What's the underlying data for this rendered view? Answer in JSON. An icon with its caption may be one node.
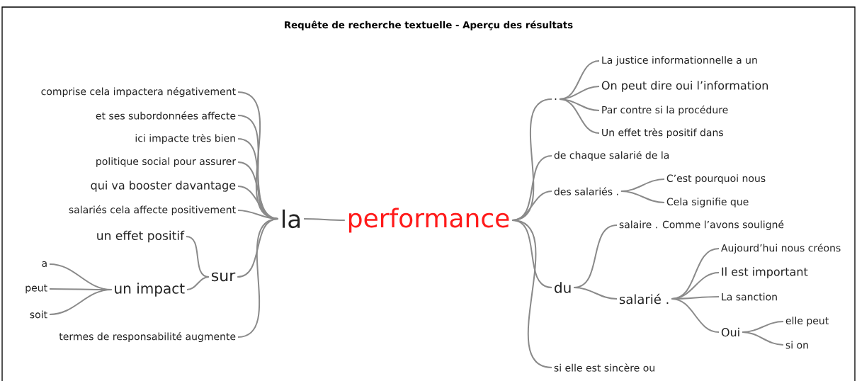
{
  "diagram": {
    "title": "Requête de recherche textuelle - Aperçu des résultats",
    "nodes": [
      {
        "text": [
          "performance"
        ]
      },
      {
        "text": [
          "la"
        ]
      },
      {
        "text": [
          "comprise cela impactera négativement"
        ]
      },
      {
        "text": [
          "et ses subordonnées affecte"
        ]
      },
      {
        "text": [
          "ici impacte très bien"
        ]
      },
      {
        "text": [
          "politique social pour assurer"
        ]
      },
      {
        "text": [
          "qui va booster davantage"
        ]
      },
      {
        "text": [
          "salariés cela affecte positivement"
        ]
      },
      {
        "text": [
          "sur"
        ]
      },
      {
        "text": [
          "un effet positif"
        ]
      },
      {
        "text": [
          "un impact"
        ]
      },
      {
        "text": [
          "a"
        ]
      },
      {
        "text": [
          "peut"
        ]
      },
      {
        "text": [
          "soit"
        ]
      },
      {
        "text": [
          "termes de responsabilité augmente"
        ]
      },
      {
        "text": [
          "."
        ]
      },
      {
        "text": [
          "La justice informationnelle a un"
        ]
      },
      {
        "text": [
          "On peut dire oui l’information"
        ]
      },
      {
        "text": [
          "Par contre si la procédure"
        ]
      },
      {
        "text": [
          "Un effet très positif dans"
        ]
      },
      {
        "text": [
          "de chaque salarié de la"
        ]
      },
      {
        "text": [
          "des salariés ."
        ]
      },
      {
        "text": [
          "C’est pourquoi nous"
        ]
      },
      {
        "text": [
          "Cela signifie que"
        ]
      },
      {
        "text": [
          "du"
        ]
      },
      {
        "text": [
          "salaire . Comme l’avons souligné"
        ]
      },
      {
        "text": [
          "salarié ."
        ]
      },
      {
        "text": [
          "Aujourd’hui nous créons"
        ]
      },
      {
        "text": [
          "Il est important"
        ]
      },
      {
        "text": [
          "La sanction"
        ]
      },
      {
        "text": [
          "Oui"
        ]
      },
      {
        "text": [
          "elle peut"
        ]
      },
      {
        "text": [
          "si on"
        ]
      },
      {
        "text": [
          "si elle est sincère ou"
        ]
      }
    ],
    "edges": [
      {
        "from": 0,
        "to": 1,
        "arrow": "none"
      },
      {
        "from": 1,
        "to": 2,
        "arrow": "none"
      },
      {
        "from": 1,
        "to": 3,
        "arrow": "none"
      },
      {
        "from": 1,
        "to": 4,
        "arrow": "none"
      },
      {
        "from": 1,
        "to": 5,
        "arrow": "none"
      },
      {
        "from": 1,
        "to": 6,
        "arrow": "none"
      },
      {
        "from": 1,
        "to": 7,
        "arrow": "none"
      },
      {
        "from": 1,
        "to": 8,
        "arrow": "none"
      },
      {
        "from": 8,
        "to": 9,
        "arrow": "none"
      },
      {
        "from": 8,
        "to": 10,
        "arrow": "none"
      },
      {
        "from": 10,
        "to": 11,
        "arrow": "none"
      },
      {
        "from": 10,
        "to": 12,
        "arrow": "none"
      },
      {
        "from": 10,
        "to": 13,
        "arrow": "none"
      },
      {
        "from": 1,
        "to": 14,
        "arrow": "none"
      },
      {
        "from": 0,
        "to": 15,
        "arrow": "none"
      },
      {
        "from": 15,
        "to": 16,
        "arrow": "none"
      },
      {
        "from": 15,
        "to": 17,
        "arrow": "none"
      },
      {
        "from": 15,
        "to": 18,
        "arrow": "none"
      },
      {
        "from": 15,
        "to": 19,
        "arrow": "none"
      },
      {
        "from": 0,
        "to": 20,
        "arrow": "none"
      },
      {
        "from": 0,
        "to": 21,
        "arrow": "none"
      },
      {
        "from": 21,
        "to": 22,
        "arrow": "none"
      },
      {
        "from": 21,
        "to": 23,
        "arrow": "none"
      },
      {
        "from": 0,
        "to": 24,
        "arrow": "none"
      },
      {
        "from": 24,
        "to": 25,
        "arrow": "none"
      },
      {
        "from": 24,
        "to": 26,
        "arrow": "none"
      },
      {
        "from": 26,
        "to": 27,
        "arrow": "none"
      },
      {
        "from": 26,
        "to": 28,
        "arrow": "none"
      },
      {
        "from": 26,
        "to": 29,
        "arrow": "none"
      },
      {
        "from": 26,
        "to": 30,
        "arrow": "none"
      },
      {
        "from": 30,
        "to": 31,
        "arrow": "none"
      },
      {
        "from": 30,
        "to": 32,
        "arrow": "none"
      },
      {
        "from": 0,
        "to": 33,
        "arrow": "none"
      }
    ]
  }
}
